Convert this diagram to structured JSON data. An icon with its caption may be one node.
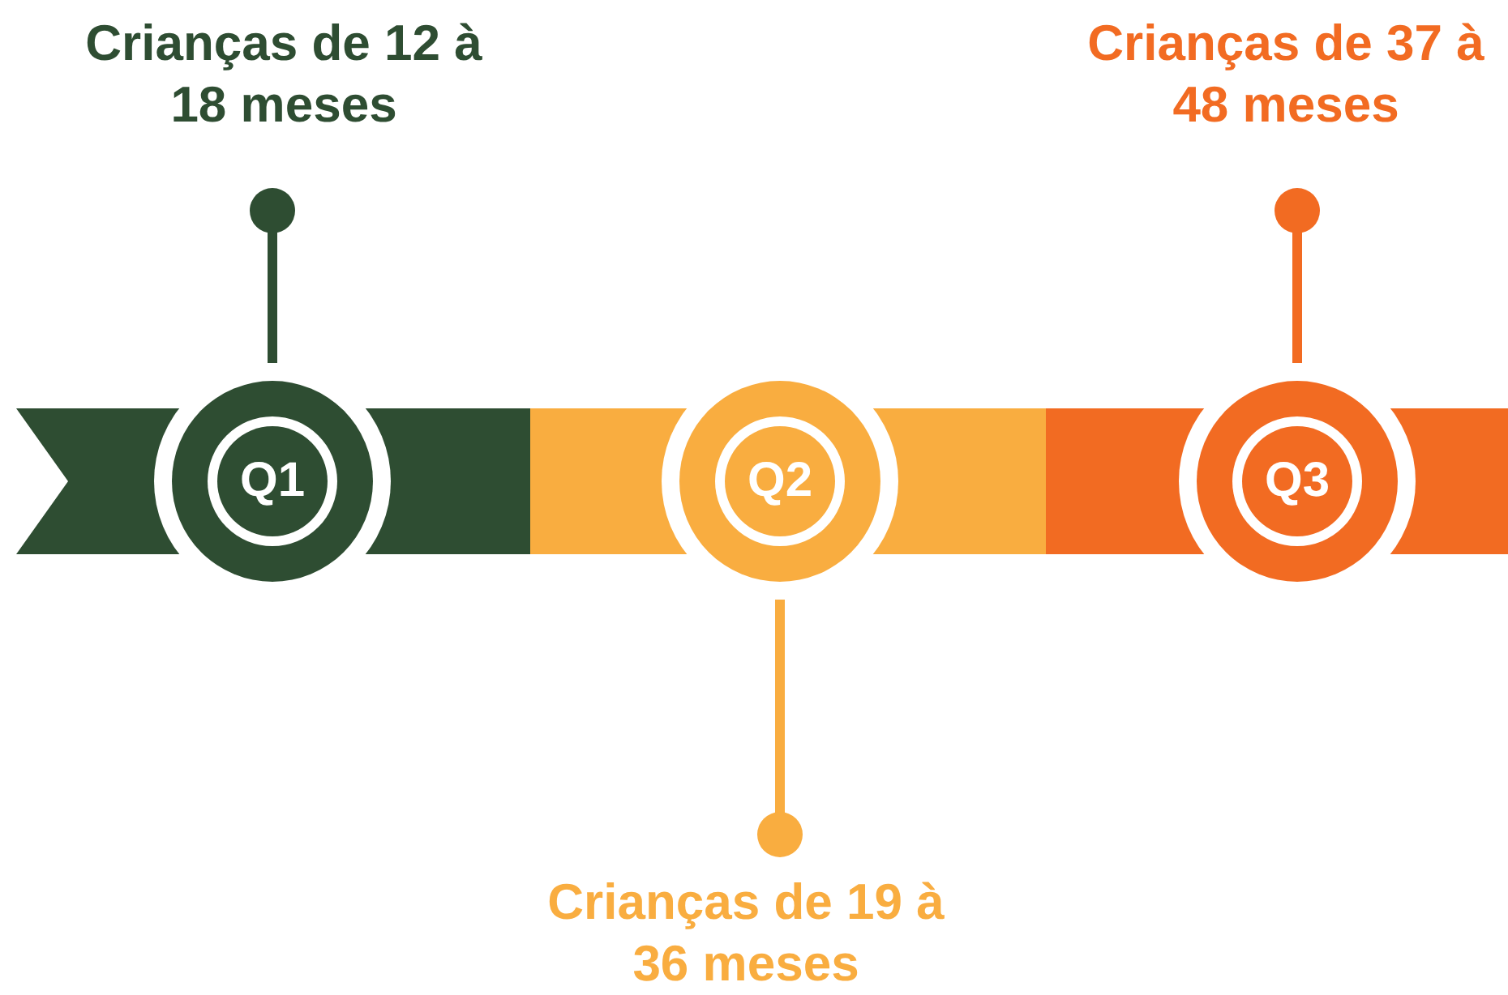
{
  "diagram": {
    "nodes": [
      {
        "text": [
          "Crianças de 12 à 18 meses"
        ]
      },
      {
        "text": [
          "Crianças de 37 à 48 meses"
        ]
      },
      {
        "text": [
          "Q1"
        ]
      },
      {
        "text": [
          "Q2"
        ]
      },
      {
        "text": [
          "Q3"
        ]
      },
      {
        "text": [
          "Crianças de 19 à 36 meses"
        ]
      }
    ],
    "edges": [
      {
        "from": 0,
        "to": 2,
        "arrow": "other",
        "color": "#2e4d32"
      },
      {
        "from": 1,
        "to": 4,
        "arrow": "other",
        "color": "#f26b22"
      },
      {
        "from": 5,
        "to": 3,
        "arrow": "other",
        "color": "#f9ad40"
      }
    ]
  }
}
